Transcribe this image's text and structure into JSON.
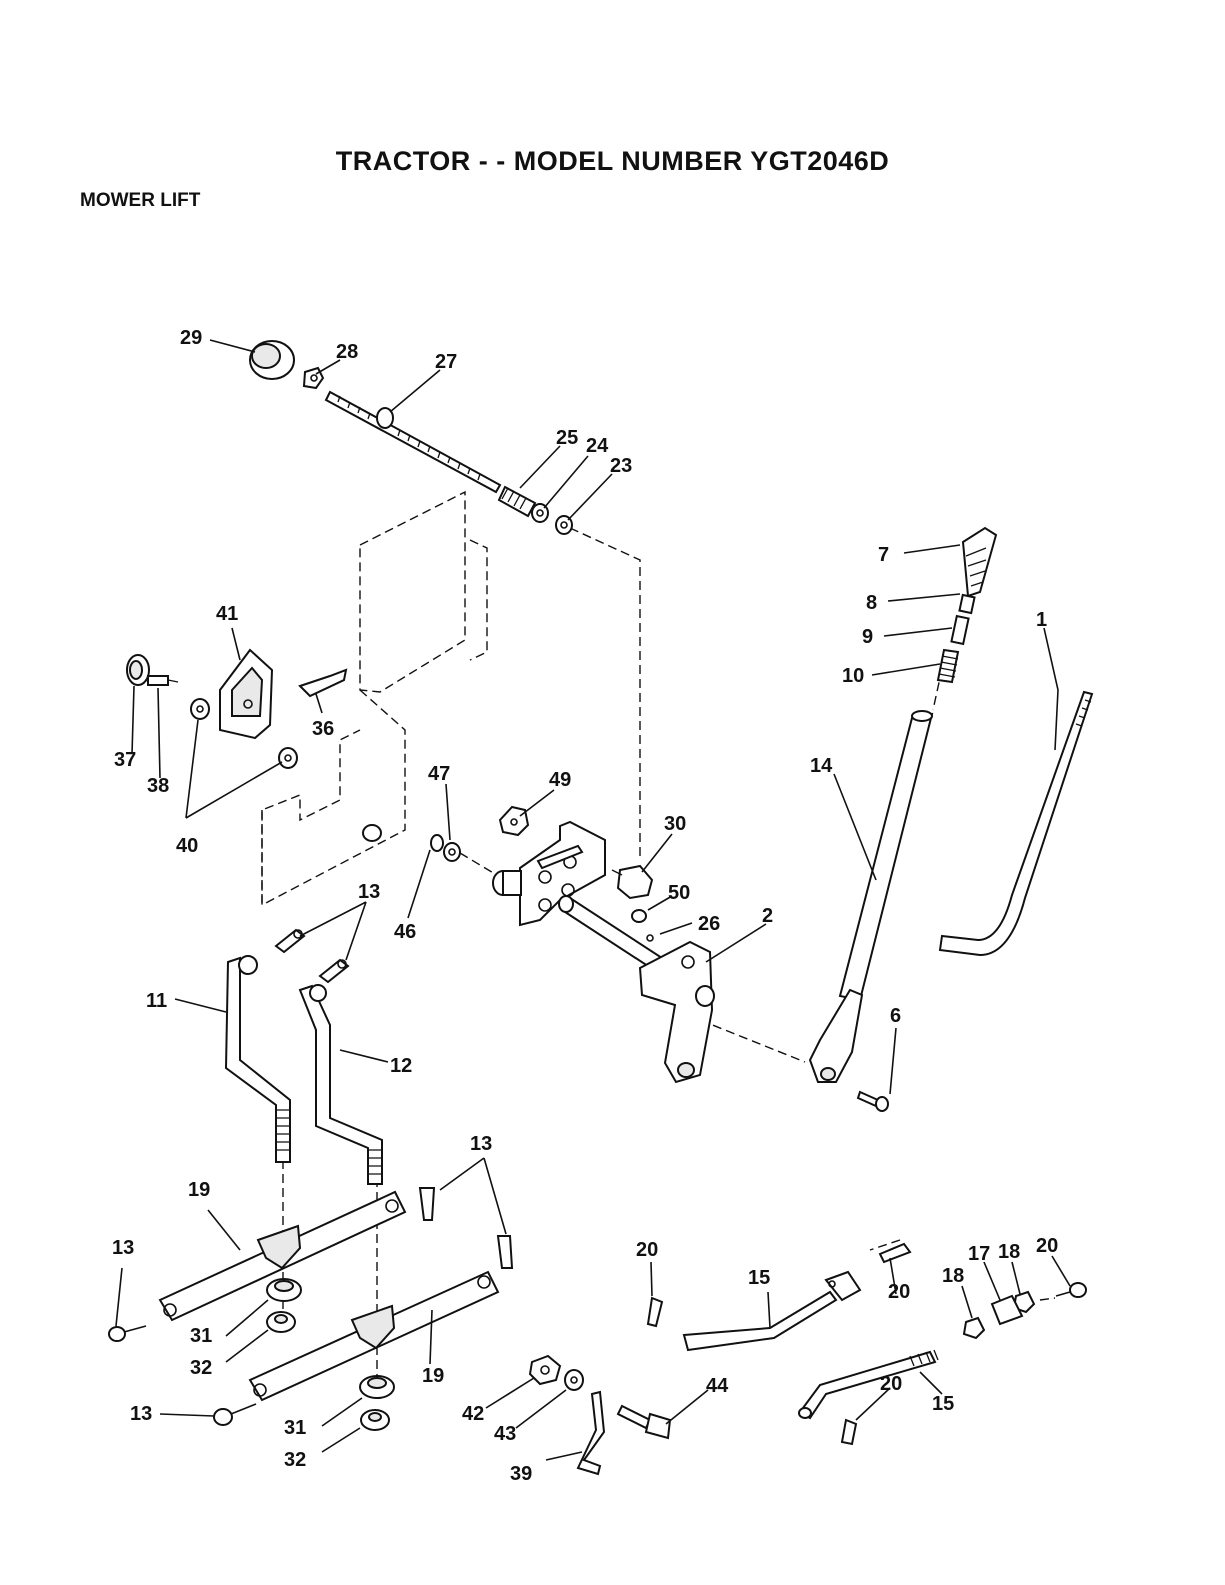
{
  "title": "TRACTOR - - MODEL NUMBER YGT2046D",
  "subtitle": "MOWER LIFT",
  "callouts": {
    "c1": "1",
    "c2": "2",
    "c6": "6",
    "c7": "7",
    "c8": "8",
    "c9": "9",
    "c10": "10",
    "c11": "11",
    "c12": "12",
    "c13a": "13",
    "c13b": "13",
    "c13c": "13",
    "c13d": "13",
    "c14": "14",
    "c15a": "15",
    "c15b": "15",
    "c17": "17",
    "c18a": "18",
    "c18b": "18",
    "c19a": "19",
    "c19b": "19",
    "c20a": "20",
    "c20b": "20",
    "c20c": "20",
    "c20d": "20",
    "c23": "23",
    "c24": "24",
    "c25": "25",
    "c26": "26",
    "c27": "27",
    "c28": "28",
    "c29": "29",
    "c30": "30",
    "c31a": "31",
    "c31b": "31",
    "c32a": "32",
    "c32b": "32",
    "c36": "36",
    "c37": "37",
    "c38": "38",
    "c39": "39",
    "c40": "40",
    "c41": "41",
    "c42": "42",
    "c43": "43",
    "c44": "44",
    "c46": "46",
    "c47": "47",
    "c49": "49",
    "c50": "50"
  }
}
